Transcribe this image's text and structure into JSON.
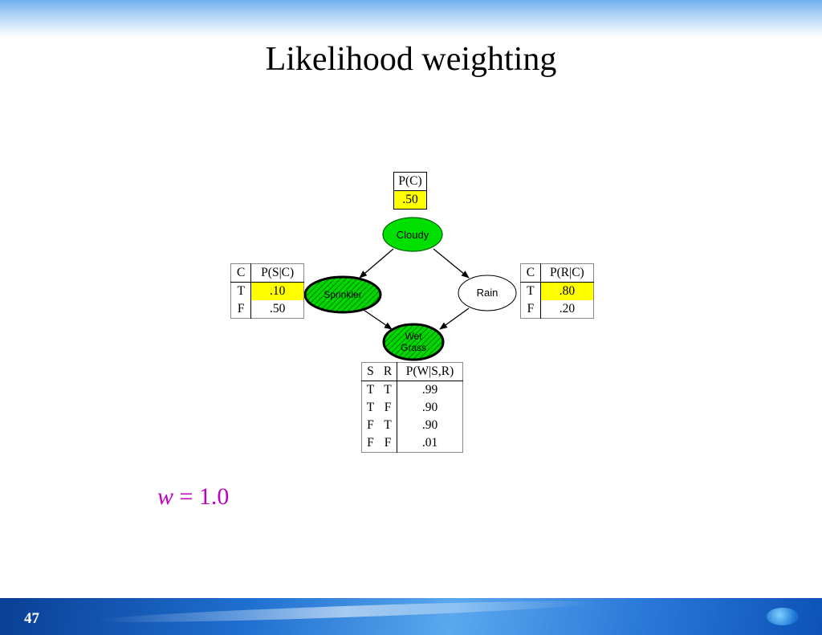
{
  "title": "Likelihood weighting",
  "page_number": "47",
  "nodes": {
    "cloudy": "Cloudy",
    "sprinkler": "Sprinkler",
    "rain": "Rain",
    "wet_grass_line1": "Wet",
    "wet_grass_line2": "Grass"
  },
  "cpt_cloudy": {
    "header": "P(C)",
    "value": ".50"
  },
  "cpt_sprinkler": {
    "headers": [
      "C",
      "P(S|C)"
    ],
    "rows": [
      [
        "T",
        ".10"
      ],
      [
        "F",
        ".50"
      ]
    ]
  },
  "cpt_rain": {
    "headers": [
      "C",
      "P(R|C)"
    ],
    "rows": [
      [
        "T",
        ".80"
      ],
      [
        "F",
        ".20"
      ]
    ]
  },
  "cpt_wetgrass": {
    "headers": [
      "S",
      "R",
      "P(W|S,R)"
    ],
    "rows": [
      [
        "T",
        "T",
        ".99"
      ],
      [
        "T",
        "F",
        ".90"
      ],
      [
        "F",
        "T",
        ".90"
      ],
      [
        "F",
        "F",
        ".01"
      ]
    ]
  },
  "formula": {
    "var": "w",
    "rest": " = 1.0"
  },
  "colors": {
    "node_fill": "#00e000",
    "highlight": "#ffff00",
    "formula": "#c000c0"
  }
}
